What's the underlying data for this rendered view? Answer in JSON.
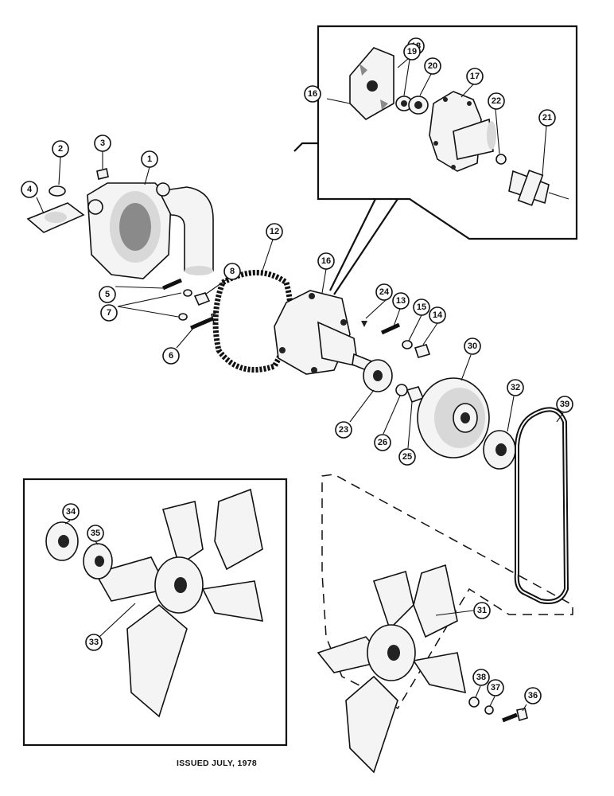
{
  "footer": {
    "issued": "ISSUED JULY, 1978"
  },
  "callouts": [
    "1",
    "2",
    "3",
    "4",
    "5",
    "6",
    "7",
    "8",
    "12",
    "13",
    "14",
    "15",
    "16",
    "16",
    "17",
    "18",
    "19",
    "20",
    "21",
    "22",
    "23",
    "24",
    "25",
    "26",
    "30",
    "31",
    "32",
    "33",
    "34",
    "35",
    "36",
    "37",
    "38",
    "39"
  ]
}
